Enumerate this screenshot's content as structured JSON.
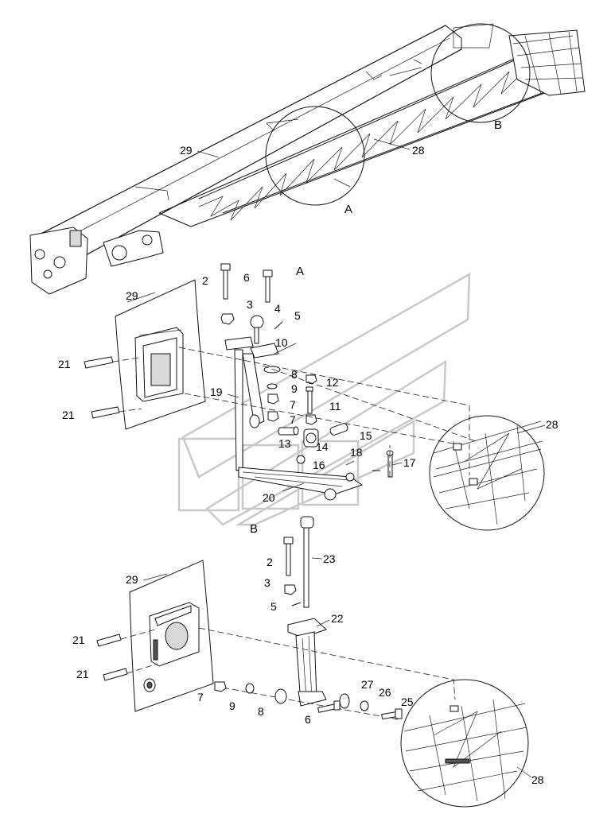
{
  "sections": {
    "A": "A",
    "B": "B",
    "detail_A": "A",
    "detail_B": "B"
  },
  "callouts": {
    "overview": [
      "29",
      "28"
    ],
    "detail_A": [
      "2",
      "6",
      "3",
      "4",
      "5",
      "10",
      "29",
      "21",
      "21",
      "8",
      "9",
      "12",
      "19",
      "7",
      "11",
      "7",
      "13",
      "14",
      "15",
      "16",
      "18",
      "17",
      "20",
      "28"
    ],
    "detail_B": [
      "29",
      "2",
      "23",
      "3",
      "22",
      "5",
      "21",
      "21",
      "7",
      "9",
      "8",
      "6",
      "27",
      "26",
      "25",
      "28"
    ]
  },
  "colors": {
    "line": "#111111",
    "watermark": "#c9c9c9",
    "background": "#ffffff"
  }
}
